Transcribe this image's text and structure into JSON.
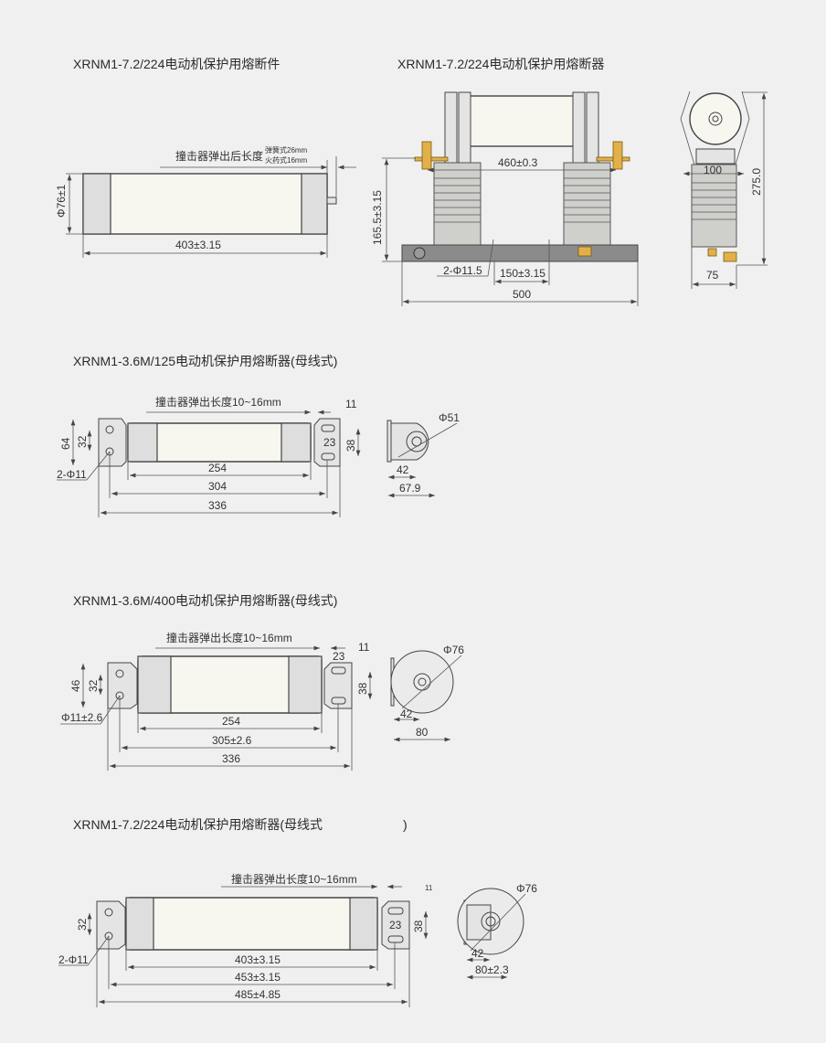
{
  "section1": {
    "title": "XRNM1-7.2/224电动机保护用熔断件",
    "striker_label": "撞击器弹出后长度",
    "spring_note": "弹簧式26mm",
    "powder_note": "火药式16mm",
    "dia": "Φ76±1",
    "length": "403±3.15"
  },
  "section2": {
    "title": "XRNM1-7.2/224电动机保护用熔断器",
    "spacing": "460±0.3",
    "height": "165.5±3.15",
    "holes": "2-Φ11.5",
    "hole_spacing": "150±3.15",
    "width": "500",
    "side_top": "100",
    "side_height": "275.0",
    "side_base": "75"
  },
  "section3": {
    "title": "XRNM1-3.6M/125电动机保护用熔断器(母线式)",
    "striker_label": "撞击器弹出长度10~16mm",
    "d11": "11",
    "d64": "64",
    "d32": "32",
    "d23": "23",
    "d38": "38",
    "holes": "2-Φ11",
    "d254": "254",
    "d304": "304",
    "d336": "336",
    "dia": "Φ51",
    "d42": "42",
    "d679": "67.9"
  },
  "section4": {
    "title": "XRNM1-3.6M/400电动机保护用熔断器(母线式)",
    "striker_label": "撞击器弹出长度10~16mm",
    "d11": "11",
    "d46": "46",
    "d32": "32",
    "d23": "23",
    "d38": "38",
    "holes": "Φ11±2.6",
    "d254": "254",
    "d305": "305±2.6",
    "d336": "336",
    "dia": "Φ76",
    "d42": "42",
    "d80": "80"
  },
  "section5": {
    "title": "XRNM1-7.2/224电动机保护用熔断器(母线式",
    "title_close": ")",
    "striker_label": "撞击器弹出长度10~16mm",
    "d11": "11",
    "d32": "32",
    "d23": "23",
    "d38": "38",
    "holes": "2-Φ11",
    "d403": "403±3.15",
    "d453": "453±3.15",
    "d485": "485±4.85",
    "dia": "Φ76",
    "d42": "42",
    "d80": "80±2.3"
  }
}
